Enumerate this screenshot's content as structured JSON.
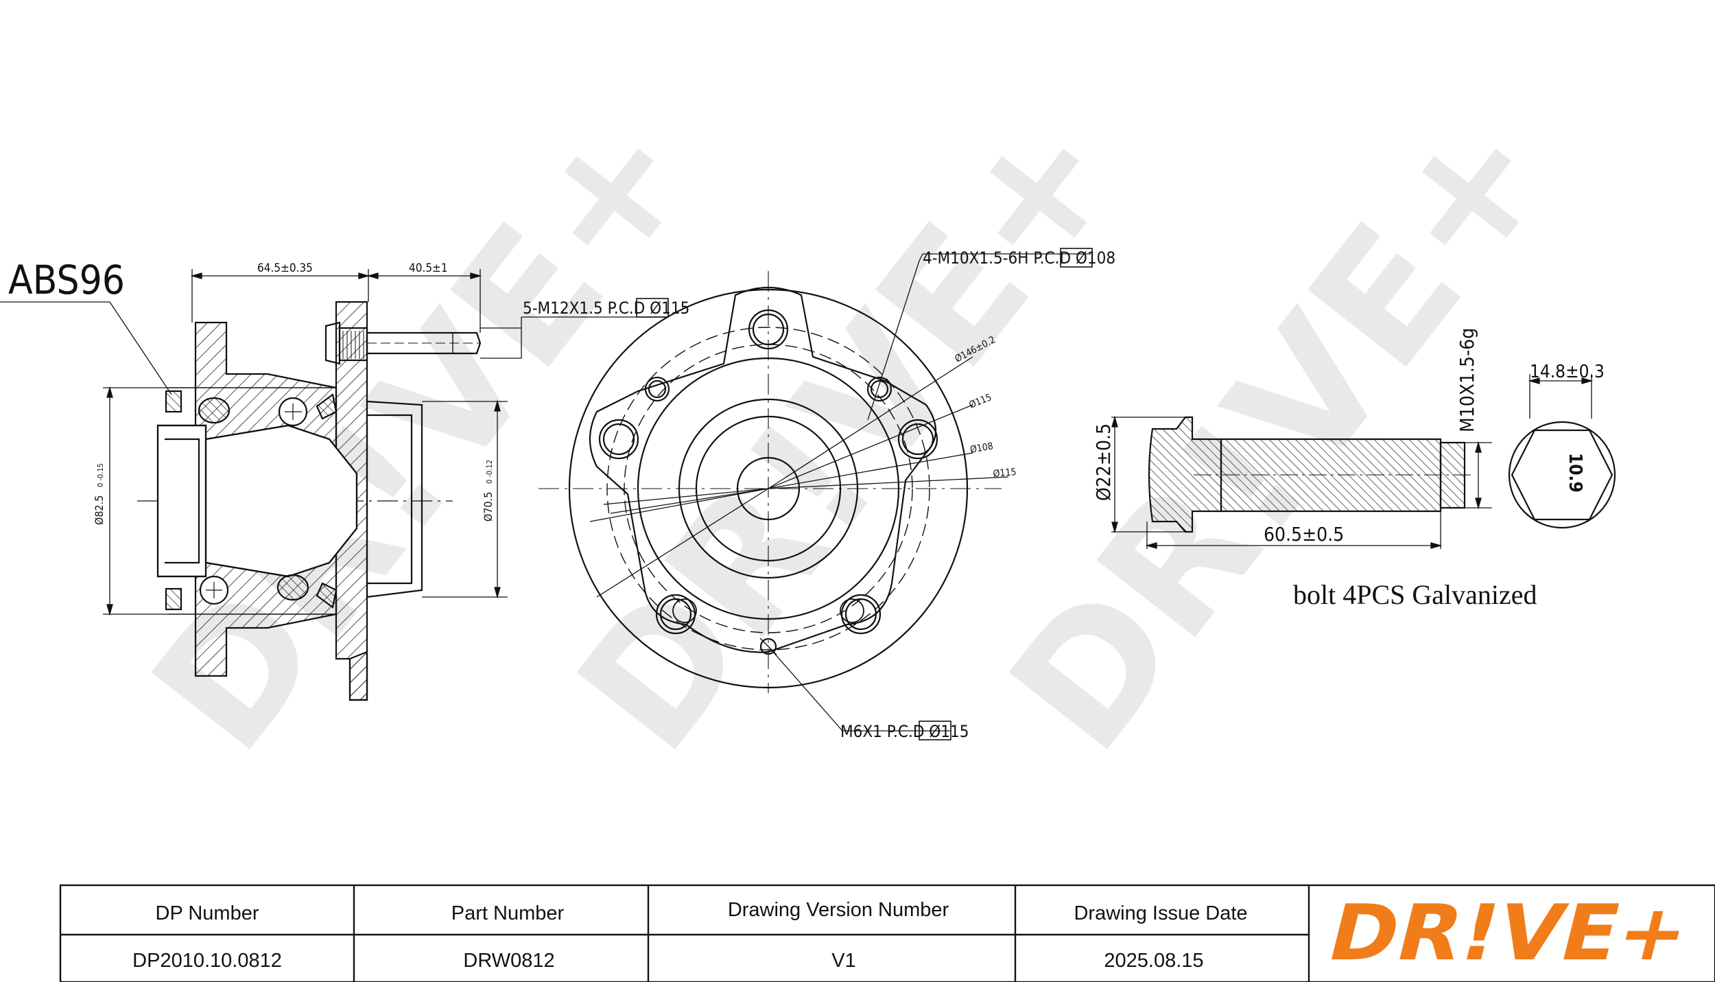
{
  "watermark": "DR!VE+",
  "side_view": {
    "abs_label": "ABS96",
    "dim_width_left": "64.5±0.35",
    "dim_width_right": "40.5±1",
    "stud_spec": "5-M12X1.5 P.C.D Ø115",
    "dia_outer": "Ø82.5",
    "dia_outer_tol": "0 -0.15",
    "dia_inner": "Ø70.5",
    "dia_inner_tol": "0 -0.12"
  },
  "front_view": {
    "thread_spec": "4-M10X1.5-6H P.C.D Ø108",
    "dia_146": "Ø146±0.2",
    "dia_115a": "Ø115",
    "dia_108": "Ø108",
    "dia_115b": "Ø115",
    "m6_spec": "M6X1 P.C.D Ø115"
  },
  "bolt": {
    "thread": "M10X1.5-6g",
    "head_dia": "Ø22±0.5",
    "length": "60.5±0.5",
    "hex_size": "14.8±0.3",
    "grade": "10.9",
    "note": "bolt 4PCS  Galvanized"
  },
  "title_block": {
    "dp_number_label": "DP Number",
    "dp_number_value": "DP2010.10.0812",
    "part_number_label": "Part Number",
    "part_number_value": "DRW0812",
    "version_label": "Drawing Version Number",
    "version_value": "V1",
    "issue_date_label": "Drawing Issue Date",
    "issue_date_value": "2025.08.15",
    "logo_text": "DR!VE+",
    "logo_color": "#f07d1a"
  },
  "colors": {
    "ink": "#111111",
    "watermark": "#e6e6e6"
  }
}
